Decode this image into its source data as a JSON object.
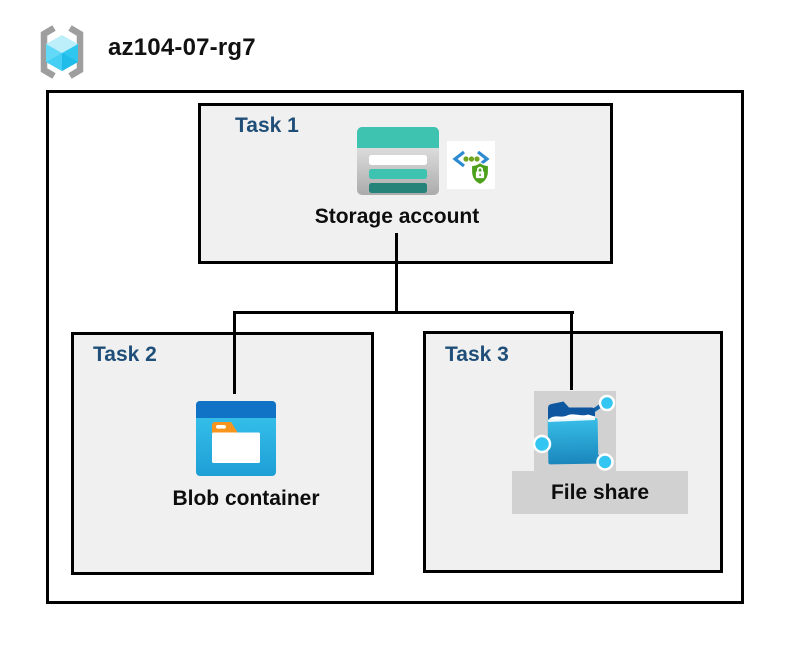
{
  "header": {
    "resource_group_name": "az104-07-rg7",
    "resource_group_icon": "resource-group-icon"
  },
  "tasks": [
    {
      "label": "Task 1",
      "resource": "Storage account",
      "icons": [
        "storage-account-icon",
        "secured-endpoint-icon"
      ]
    },
    {
      "label": "Task 2",
      "resource": "Blob container",
      "icons": [
        "blob-container-icon"
      ]
    },
    {
      "label": "Task 3",
      "resource": "File share",
      "icons": [
        "file-share-icon"
      ]
    }
  ],
  "connectors": {
    "description": "storage account branches to blob container and file share",
    "color": "#000000"
  },
  "colors": {
    "task_label_navy": "#1f4e79",
    "box_fill_gray": "#f0f0f0",
    "panel_gray": "#d1d1d1",
    "storage_teal": "#3ec3b1",
    "storage_teal_dark": "#26837a",
    "blob_header_blue": "#1173c5",
    "blob_body_cyan": "#2eb8e8",
    "folder_tab_orange": "#f7941e",
    "shield_green": "#4da11a",
    "node_cyan": "#33c6f2",
    "cube_blue_light": "#bdeffb",
    "bracket_gray": "#9e9e9e"
  }
}
